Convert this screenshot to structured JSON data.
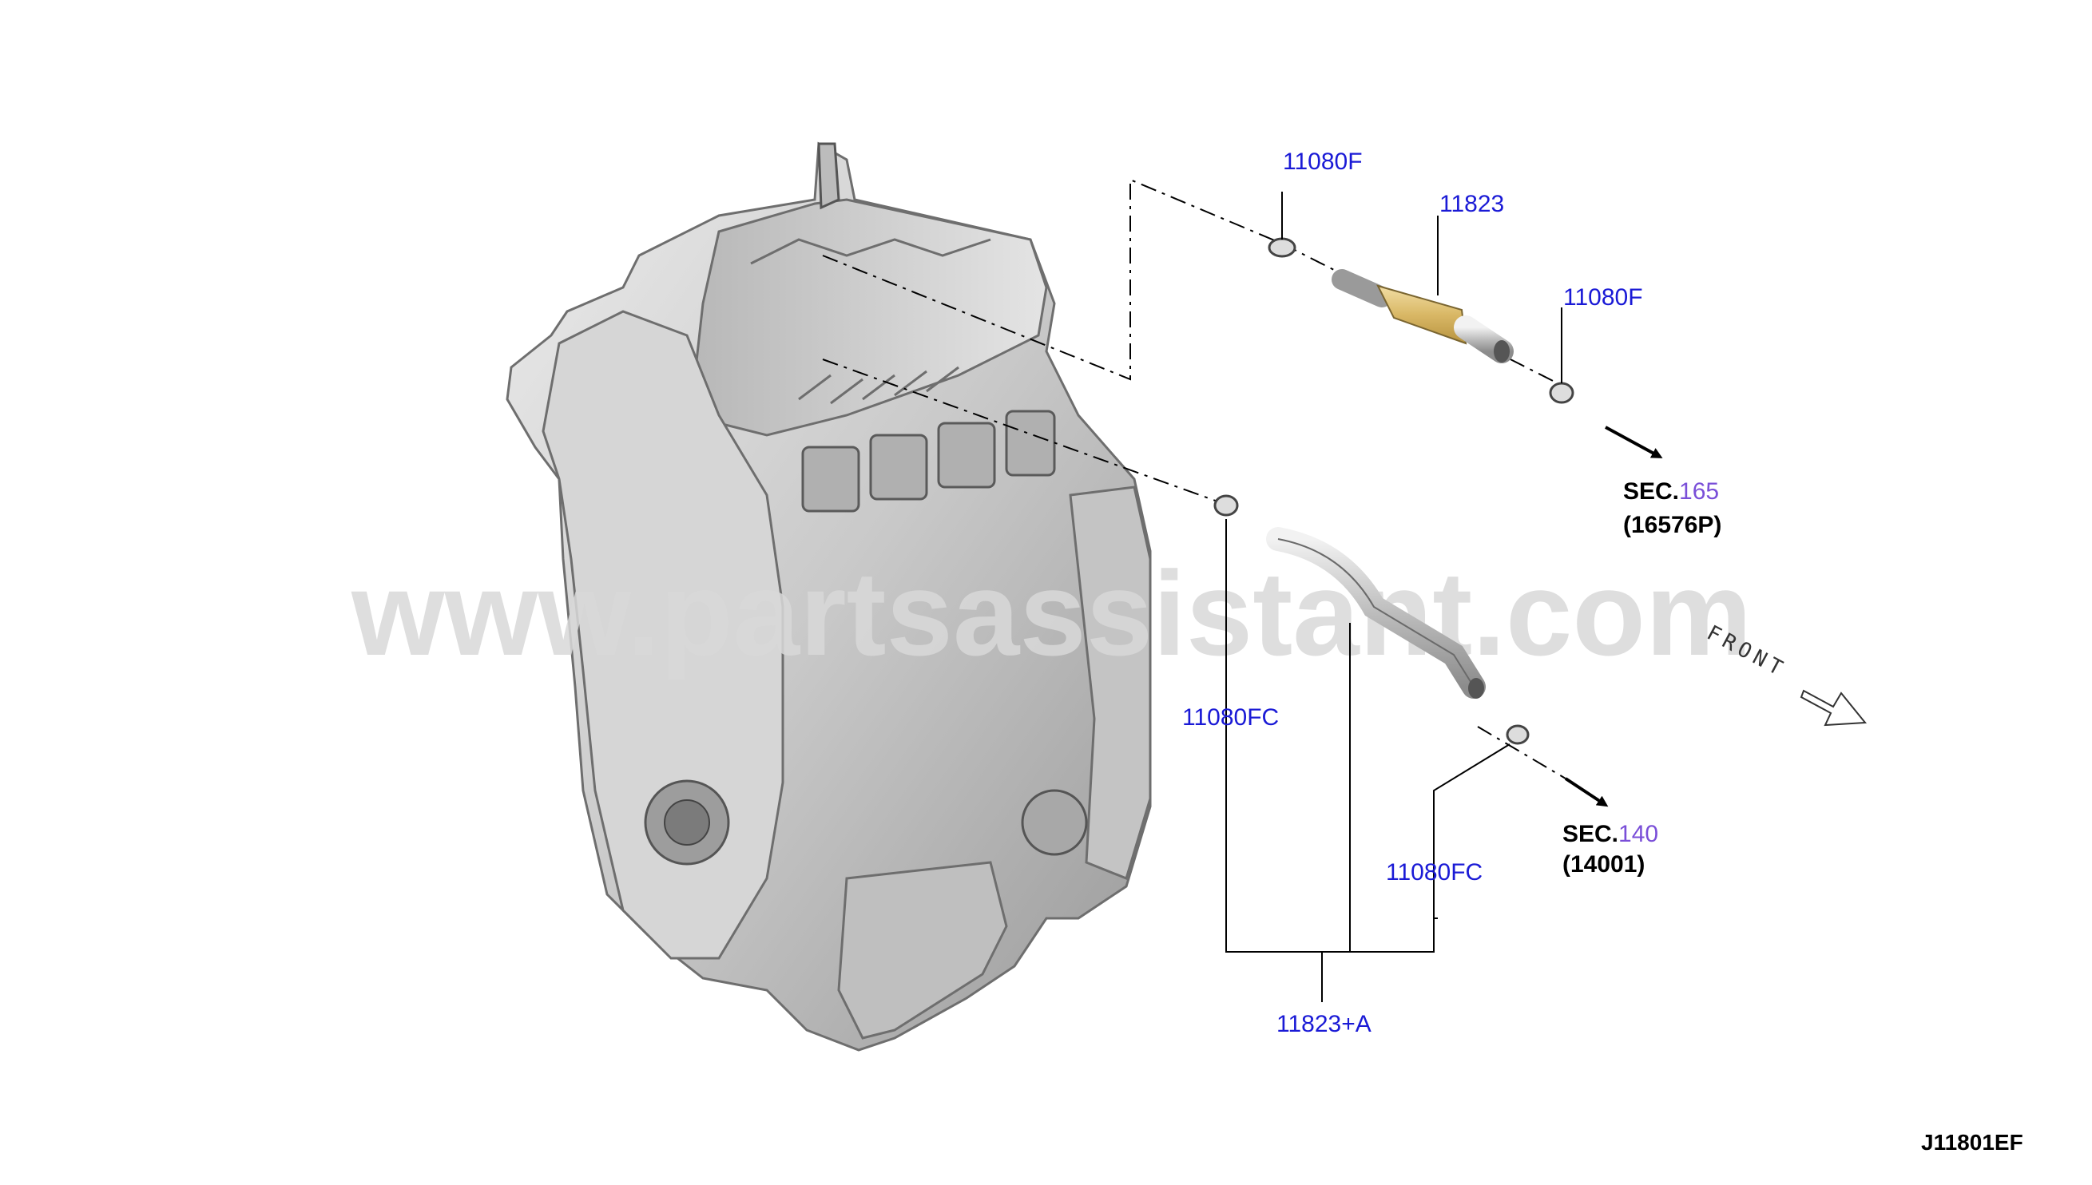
{
  "parts": {
    "clamp_top_left": "11080F",
    "hose_upper": "11823",
    "clamp_top_right": "11080F",
    "clamp_lower_left": "11080FC",
    "clamp_lower_right": "11080FC",
    "hose_assembly": "11823+A"
  },
  "references": {
    "upper": {
      "prefix": "SEC.",
      "number": "165",
      "sub": "(16576P)"
    },
    "lower": {
      "prefix": "SEC.",
      "number": "140",
      "sub": "(14001)"
    }
  },
  "direction_label": "FRONT",
  "diagram_code": "J11801EF",
  "watermark": "www.partsassistant.com",
  "colors": {
    "label": "#1a1ad6",
    "section_number": "#7a4fd8",
    "hose_upper_fill": "#e0c27a",
    "engine_fill": "#cfcfcf"
  }
}
